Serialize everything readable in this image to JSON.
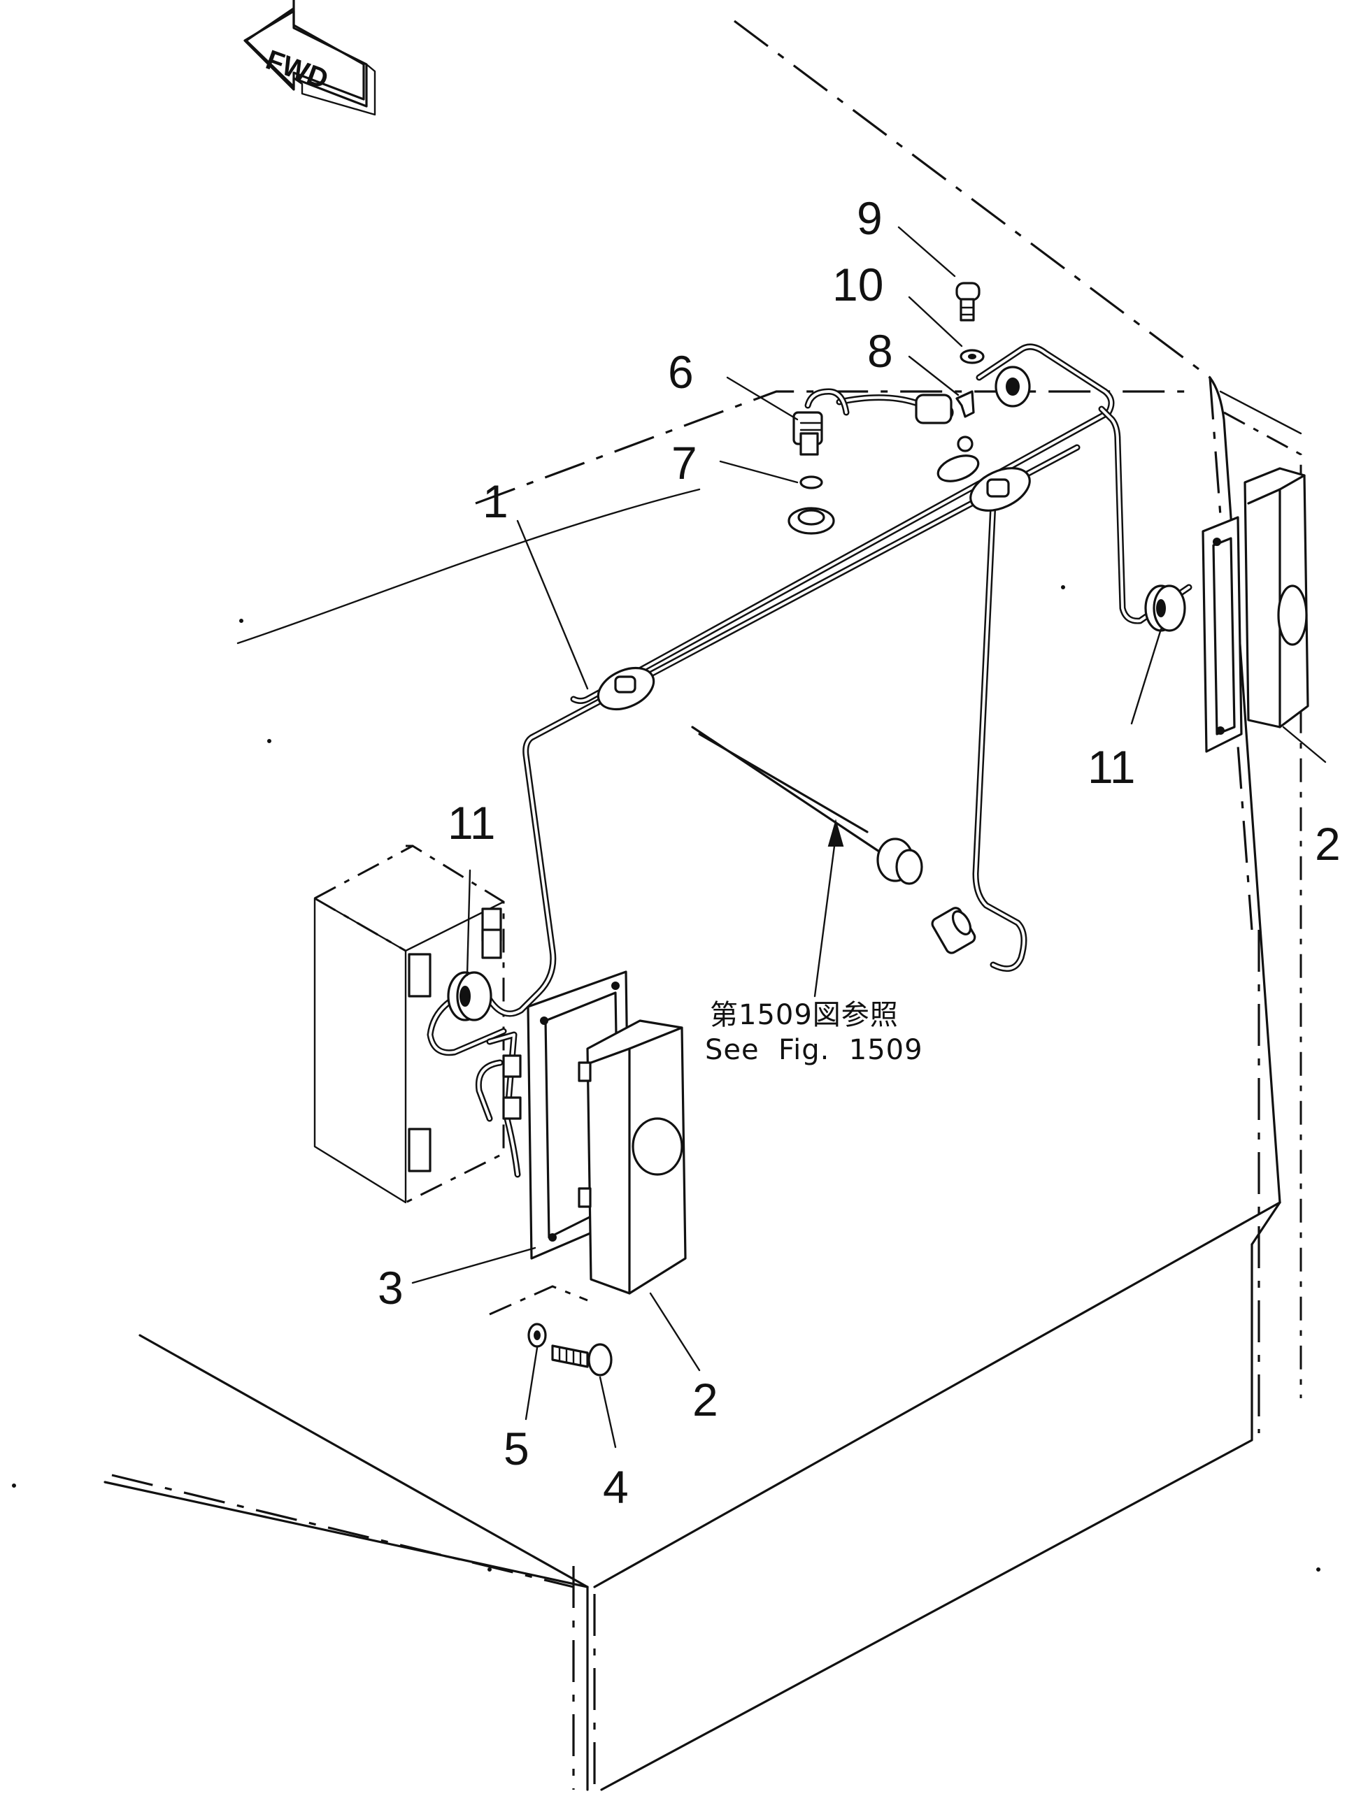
{
  "direction_arrow": {
    "label": "FWD"
  },
  "callouts": [
    {
      "id": "c1",
      "text": "1"
    },
    {
      "id": "c2a",
      "text": "2"
    },
    {
      "id": "c2b",
      "text": "2"
    },
    {
      "id": "c3",
      "text": "3"
    },
    {
      "id": "c4",
      "text": "4"
    },
    {
      "id": "c5",
      "text": "5"
    },
    {
      "id": "c6",
      "text": "6"
    },
    {
      "id": "c7",
      "text": "7"
    },
    {
      "id": "c8",
      "text": "8"
    },
    {
      "id": "c9",
      "text": "9"
    },
    {
      "id": "c10",
      "text": "10"
    },
    {
      "id": "c11a",
      "text": "11"
    },
    {
      "id": "c11b",
      "text": "11"
    }
  ],
  "reference_note": {
    "line_jp": "第1509図参照",
    "line_en": "See  Fig.  1509"
  }
}
